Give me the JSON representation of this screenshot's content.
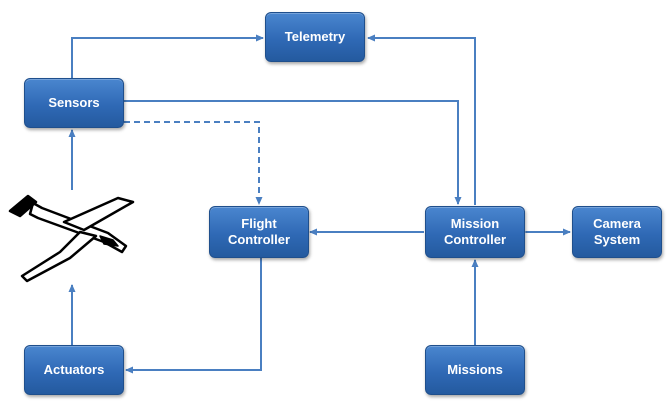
{
  "diagram": {
    "nodes": {
      "telemetry": {
        "label": "Telemetry"
      },
      "sensors": {
        "label": "Sensors"
      },
      "flight_controller": {
        "line1": "Flight",
        "line2": "Controller"
      },
      "mission_controller": {
        "line1": "Mission",
        "line2": "Controller"
      },
      "camera_system": {
        "line1": "Camera",
        "line2": "System"
      },
      "actuators": {
        "label": "Actuators"
      },
      "missions": {
        "label": "Missions"
      }
    },
    "colors": {
      "box_fill": "#2f69b5",
      "box_border": "#1f4f8c",
      "arrow": "#4a7fc1",
      "text": "#ffffff"
    },
    "icons": {
      "aircraft": "glider-aircraft-icon"
    }
  }
}
